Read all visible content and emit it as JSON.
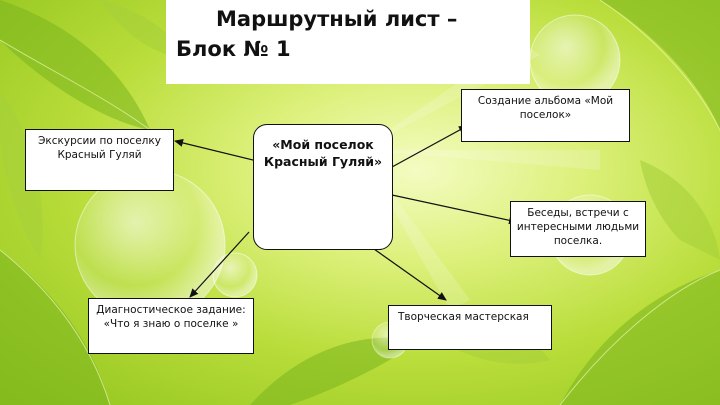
{
  "title": {
    "text": "Маршрутный лист –\nБлок № 1"
  },
  "center": {
    "text": "«Мой поселок Красный Гуляй»"
  },
  "nodes": {
    "album": "Создание альбома «Мой поселок»",
    "excursions": "Экскурсии по поселку Красный Гуляй",
    "talks": "Беседы, встречи с интересными людьми поселка.",
    "workshop": "Творческая мастерская",
    "diagnostic": "Диагностическое задание: «Что я знаю о поселке »"
  }
}
